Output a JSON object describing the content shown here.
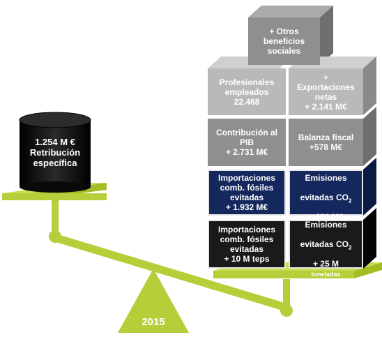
{
  "scale": {
    "left_pan": {
      "label": "1.254 M €\nRetribución\nespecífica"
    },
    "year": "2015"
  },
  "boxes": {
    "otros": "+ Otros\nbeneficios\nsociales",
    "profesionales": "Profesionales\nempleados\n22.468",
    "exportaciones": "+ Exportaciones\nnetas\n+ 2.141 M€",
    "contribucion": "Contribución al\nPIB\n+ 2.731 M€",
    "balanza": "Balanza fiscal\n+578 M€",
    "importaciones_eur": "Importaciones\ncomb. fósiles\nevitadas\n+ 1.932 M€",
    "emisiones_eur": {
      "line1": "Emisiones",
      "line2_prefix": "evitadas CO",
      "line2_sub": "2",
      "line3": "+ 190 M€"
    },
    "importaciones_teps": "Importaciones\ncomb. fósiles\nevitadas\n+ 10 M teps",
    "emisiones_ton": {
      "line1": "Emisiones",
      "line2_prefix": "evitadas CO",
      "line2_sub": "2",
      "line3_value": "+ 25 M",
      "line3_unit": "toneladas"
    }
  },
  "colors": {
    "beam": "#b5cf3a",
    "beam_dark": "#8aa61c",
    "drum": "#141414",
    "grey_light": "#b4b4b4",
    "grey_mid": "#8e8e8e",
    "navy": "#15285e",
    "black": "#1a1a1a"
  }
}
